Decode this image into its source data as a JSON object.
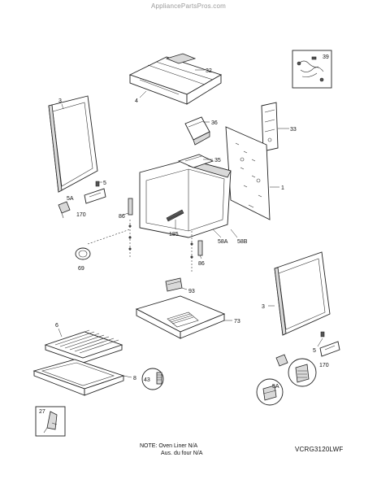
{
  "watermark": "AppliancePartsPros.com",
  "note": {
    "line1": "NOTE: Oven Liner N/A",
    "line2": "Aus. du four N/A"
  },
  "model": "VCRG3120LWF",
  "callouts": {
    "c39": "39",
    "c32": "32",
    "c4": "4",
    "c3_left": "3",
    "c36": "36",
    "c33": "33",
    "c35": "35",
    "c1": "1",
    "c5_left": "5",
    "c5a_left": "5A",
    "c170_left": "170",
    "c86_upper": "86",
    "c185": "185",
    "c58a": "58A",
    "c58b": "58B",
    "c86_lower": "86",
    "c69": "69",
    "c93": "93",
    "c3_right": "3",
    "c73": "73",
    "c6": "6",
    "c8": "8",
    "c43": "43",
    "c5_right": "5",
    "c5a_right": "5A",
    "c170_right": "170",
    "c27": "27"
  }
}
